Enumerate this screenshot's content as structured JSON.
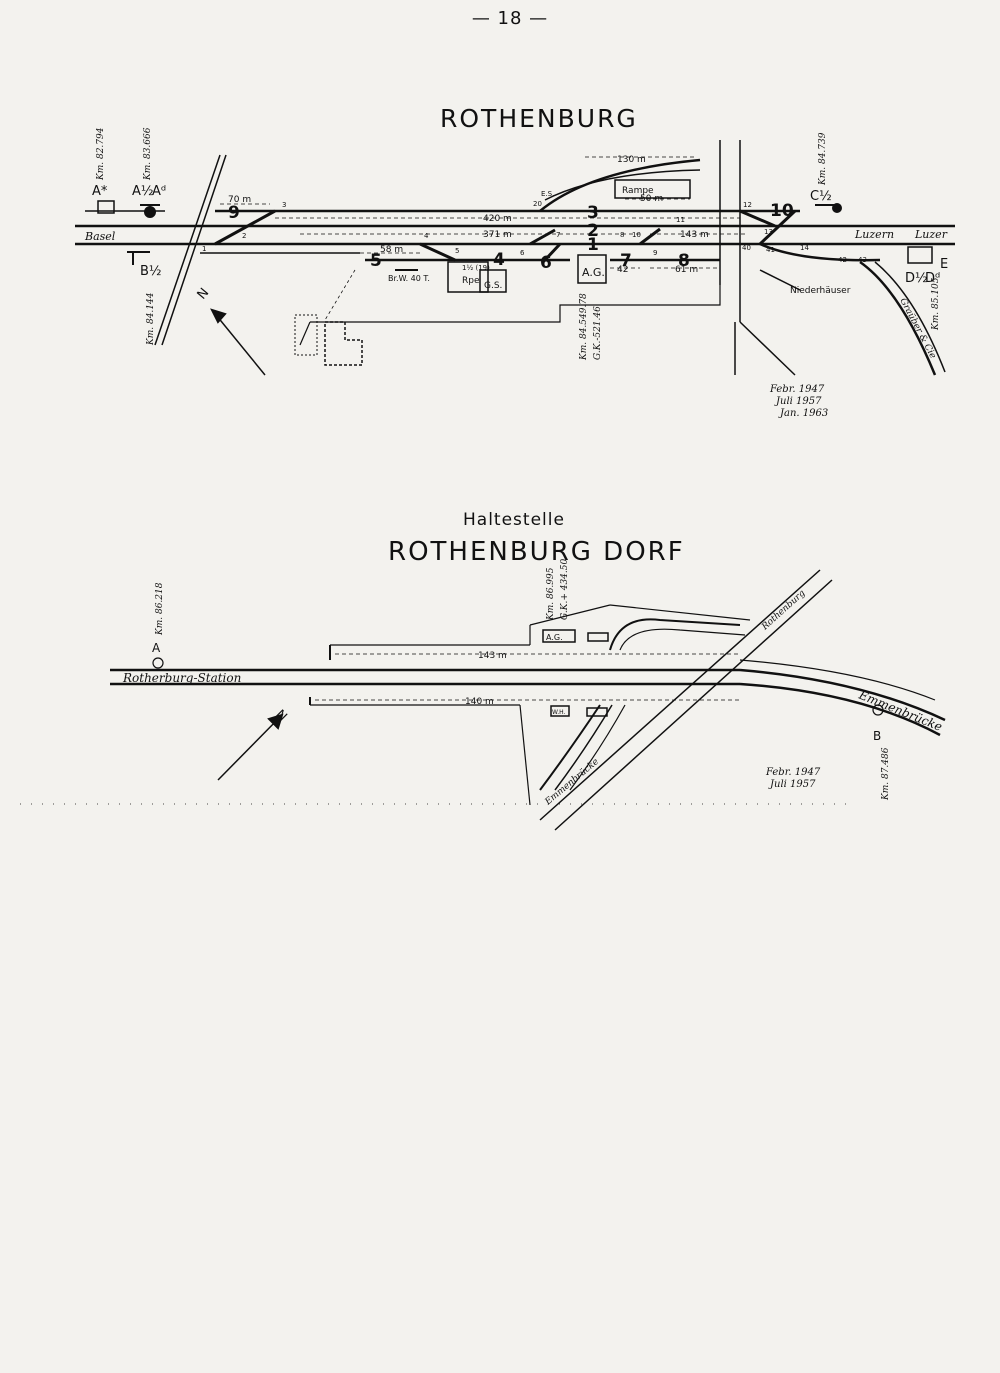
{
  "page_number": "— 18 —",
  "diagram_top": {
    "title": "ROTHENBURG",
    "places": {
      "left": "Basel",
      "right1": "Luzern",
      "right2": "Luzer"
    },
    "signals": {
      "a": "A*",
      "a_half": "A½",
      "a_d": "Aᵈ",
      "b_half": "B½",
      "c_half": "C½",
      "d_half": "D½",
      "d_d": "Dᵈ",
      "e": "E"
    },
    "km_marks": [
      "Km. 82.794",
      "Km. 83.666",
      "Km. 84.739",
      "Km. 84.144",
      "Km. 84.549.78",
      "G.K.-521.46",
      "Km. 85.105"
    ],
    "tracks": [
      "1",
      "2",
      "3",
      "4",
      "5",
      "6",
      "7",
      "8",
      "9",
      "10"
    ],
    "lengths": [
      "70 m",
      "420 m",
      "371 m",
      "58 m",
      "143 m",
      "42",
      "61 m",
      "130 m",
      "50 m"
    ],
    "switch_numbers": [
      "1",
      "2",
      "3",
      "4",
      "5",
      "6",
      "7",
      "8",
      "9",
      "10",
      "11",
      "12",
      "13",
      "14",
      "20",
      "40",
      "41",
      "42",
      "43"
    ],
    "buildings": {
      "ramp": "Rampe",
      "ramp_small": "Rpe",
      "goods_shed": "G.S.",
      "station": "A.G.",
      "weigh_bridge": "Br.W. 40 T.",
      "small_label": "1½ (19)",
      "es": "E.S."
    },
    "branch_labels": {
      "niederhaeuser": "Niederhäuser",
      "grauber": "Graüber & Cie"
    },
    "north": "N",
    "dates": [
      "Febr. 1947",
      "Juli 1957",
      "Jan. 1963"
    ]
  },
  "diagram_bottom": {
    "subtitle": "Haltestelle",
    "title": "ROTHENBURG DORF",
    "places": {
      "left": "Rotherburg-Station",
      "right": "Emmenbrücke",
      "road_top": "Rothenburg",
      "road_bottom": "Emmenbrücke"
    },
    "signals": {
      "a": "A",
      "b": "B"
    },
    "km_marks": [
      "Km. 86.218",
      "Km. 86.995",
      "G.K.+ 434.50",
      "Km. 87.486"
    ],
    "lengths": [
      "143 m",
      "140 m"
    ],
    "buildings": {
      "station": "A.G.",
      "small": "W.H."
    },
    "north": "N",
    "dates": [
      "Febr. 1947",
      "Juli 1957"
    ]
  }
}
